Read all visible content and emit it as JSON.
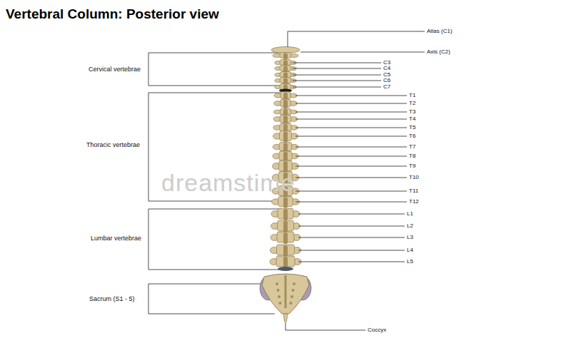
{
  "diagram": {
    "title": "Vertebral Column: Posterior view",
    "labels": [
      "Atlas (C1)",
      "Axis (C2)",
      "C3",
      "C4",
      "C5",
      "C6",
      "C7",
      "Cervical vertebrae",
      "T1",
      "T2",
      "T3",
      "T4",
      "T5",
      "T6",
      "T7",
      "T8",
      "T9",
      "T10",
      "T11",
      "T12",
      "Thoracic vertebrae",
      "dreamstime",
      "L1",
      "L2",
      "L3",
      "L4",
      "L5",
      "Lumbar vertebrae",
      "Sacrum (S1 - 5)",
      "Coccyx"
    ]
  }
}
